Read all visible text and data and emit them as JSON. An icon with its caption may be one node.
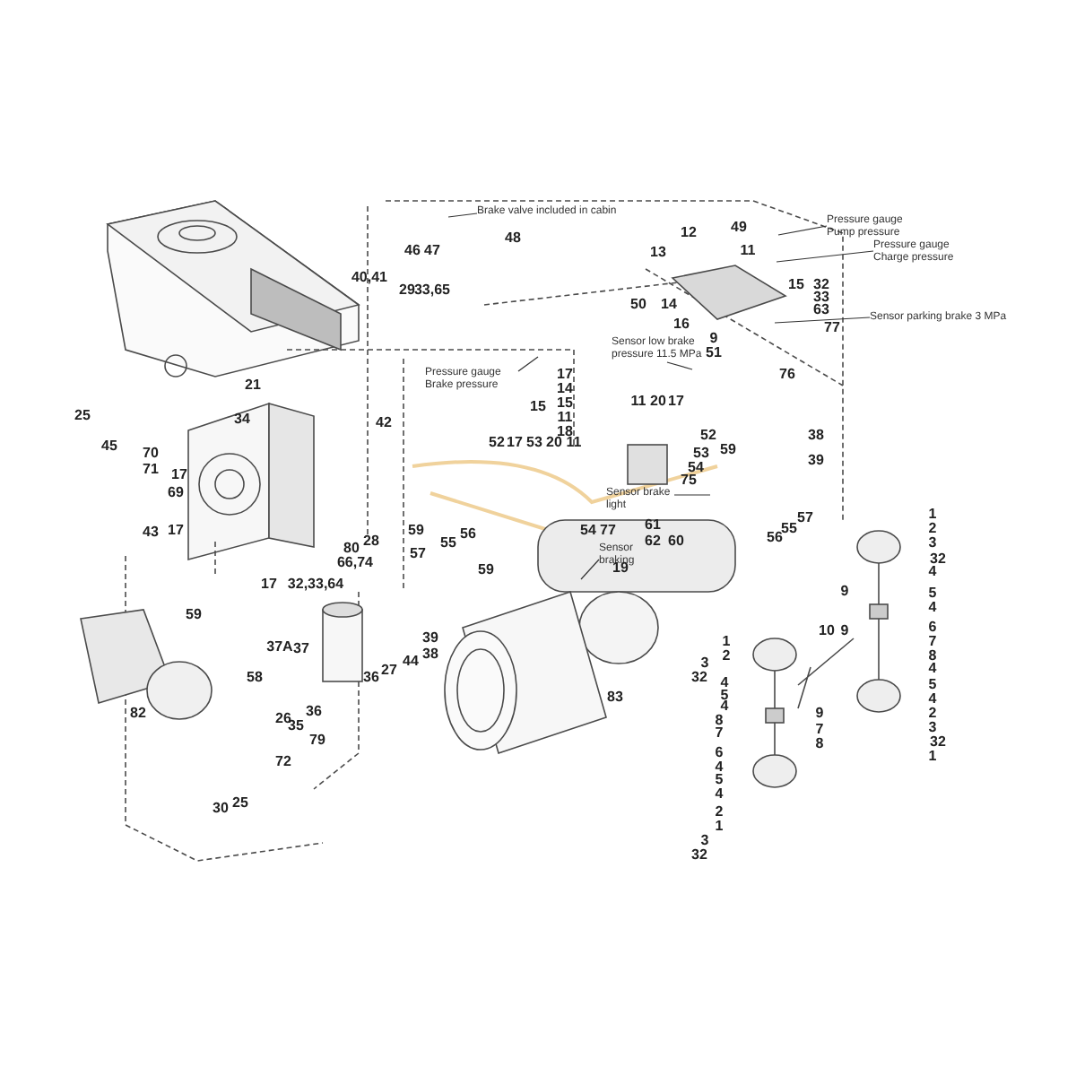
{
  "diagram": {
    "nodes": [
      {
        "text": [
          "Brake valve included in cabin"
        ]
      },
      {
        "text": [
          "Pressure gauge Pump pressure"
        ]
      },
      {
        "text": [
          "Pressure gauge Charge pressure"
        ]
      },
      {
        "text": [
          "Sensor parking brake 3 MPa"
        ]
      },
      {
        "text": [
          "Sensor low brake pressure 11.5 MPa"
        ]
      },
      {
        "text": [
          "Pressure gauge Brake pressure"
        ]
      },
      {
        "text": [
          "Sensor brake light"
        ]
      },
      {
        "text": [
          "Sensor braking"
        ]
      }
    ],
    "edges": [
      {
        "from": 0,
        "to": null,
        "arrow": "none"
      },
      {
        "from": 1,
        "to": null,
        "arrow": "none"
      },
      {
        "from": 2,
        "to": null,
        "arrow": "none"
      },
      {
        "from": 3,
        "to": null,
        "arrow": "none"
      },
      {
        "from": 4,
        "to": null,
        "arrow": "none"
      },
      {
        "from": 5,
        "to": null,
        "arrow": "none"
      },
      {
        "from": 6,
        "to": null,
        "arrow": "none"
      },
      {
        "from": 7,
        "to": null,
        "arrow": "none"
      }
    ],
    "labels": [
      "46",
      "47",
      "48",
      "12",
      "49",
      "13",
      "11",
      "40,41",
      "15",
      "32",
      "33",
      "63",
      "29",
      "33,65",
      "50",
      "14",
      "16",
      "77",
      "9",
      "51",
      "76",
      "17",
      "21",
      "14",
      "15",
      "15",
      "11",
      "20",
      "17",
      "34",
      "25",
      "11",
      "42",
      "18",
      "38",
      "52",
      "52",
      "17",
      "53",
      "20",
      "11",
      "45",
      "59",
      "53",
      "70",
      "39",
      "54",
      "71",
      "17",
      "75",
      "69",
      "57",
      "61",
      "54",
      "77",
      "59",
      "43",
      "17",
      "55",
      "56",
      "56",
      "28",
      "62",
      "60",
      "55",
      "80",
      "57",
      "66,74",
      "19",
      "59",
      "17",
      "32,33,64",
      "59",
      "39",
      "38",
      "37A",
      "37",
      "44",
      "27",
      "36",
      "58",
      "36",
      "82",
      "26",
      "35",
      "79",
      "72",
      "25",
      "30",
      "83",
      "1",
      "2",
      "3",
      "32",
      "4",
      "5",
      "4",
      "6",
      "7",
      "8",
      "4",
      "5",
      "4",
      "2",
      "3",
      "32",
      "1",
      "9",
      "10",
      "9",
      "1",
      "2",
      "3",
      "32",
      "4",
      "5",
      "4",
      "8",
      "7",
      "6",
      "4",
      "5",
      "4",
      "2",
      "1",
      "3",
      "32",
      "9",
      "7",
      "8"
    ]
  }
}
